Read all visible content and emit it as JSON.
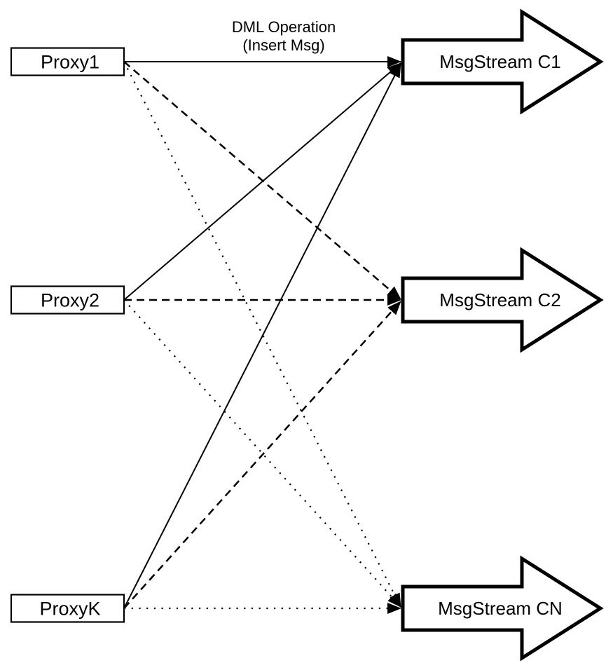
{
  "diagram": {
    "annotation": {
      "line1": "DML Operation",
      "line2": "(Insert Msg)"
    },
    "proxies": [
      {
        "label": "Proxy1"
      },
      {
        "label": "Proxy2"
      },
      {
        "label": "ProxyK"
      }
    ],
    "streams": [
      {
        "label": "MsgStream C1"
      },
      {
        "label": "MsgStream C2"
      },
      {
        "label": "MsgStream CN"
      }
    ],
    "edges": [
      {
        "from": "Proxy1",
        "to": "MsgStream C1",
        "style": "solid"
      },
      {
        "from": "Proxy1",
        "to": "MsgStream C2",
        "style": "dashed"
      },
      {
        "from": "Proxy1",
        "to": "MsgStream CN",
        "style": "dotted"
      },
      {
        "from": "Proxy2",
        "to": "MsgStream C1",
        "style": "solid"
      },
      {
        "from": "Proxy2",
        "to": "MsgStream C2",
        "style": "dashed"
      },
      {
        "from": "Proxy2",
        "to": "MsgStream CN",
        "style": "dotted"
      },
      {
        "from": "ProxyK",
        "to": "MsgStream C1",
        "style": "solid"
      },
      {
        "from": "ProxyK",
        "to": "MsgStream C2",
        "style": "dashed"
      },
      {
        "from": "ProxyK",
        "to": "MsgStream CN",
        "style": "dotted"
      }
    ],
    "colors": {
      "stroke": "#000000",
      "fill": "#ffffff",
      "background": "#ffffff"
    }
  }
}
